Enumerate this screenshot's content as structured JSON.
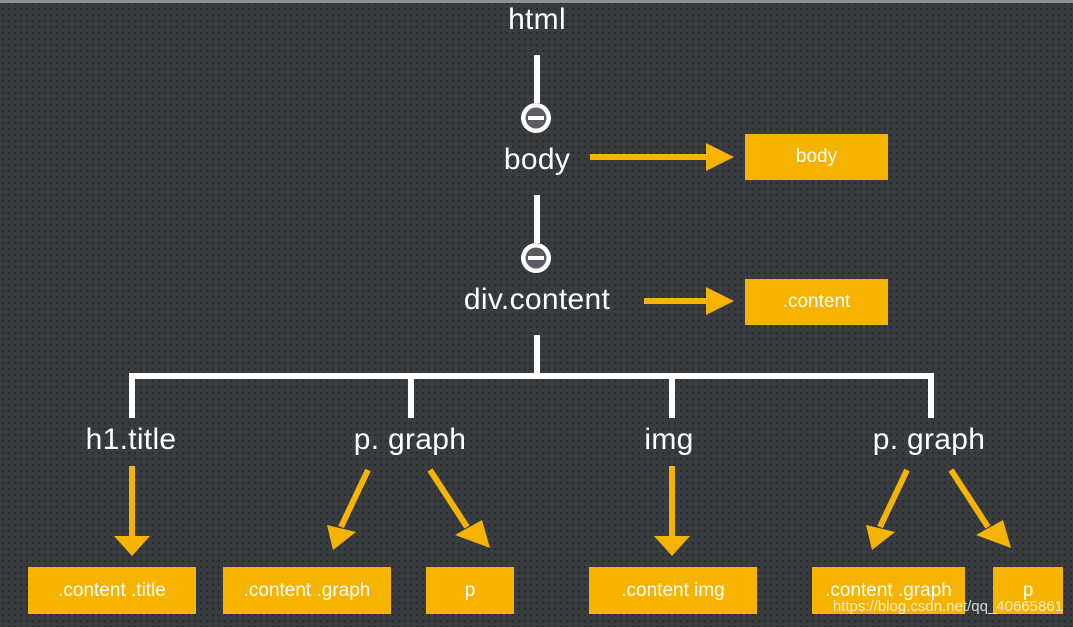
{
  "tree": {
    "root": "html",
    "body": "body",
    "content": "div.content",
    "children": [
      "h1.title",
      "p. graph",
      "img",
      "p. graph"
    ]
  },
  "selectors": {
    "body": "body",
    "content": ".content",
    "h1_title": ".content .title",
    "graph1_content": ".content .graph",
    "graph1_p": "p",
    "img": ".content img",
    "graph2_content": ".content .graph",
    "graph2_p": "p"
  },
  "watermark": "https://blog.csdn.net/qq_40665861",
  "colors": {
    "background": "#383c3f",
    "accent": "#f6b400",
    "line": "#ffffff"
  },
  "icons": [
    "collapse-minus-icon",
    "collapse-minus-icon"
  ]
}
